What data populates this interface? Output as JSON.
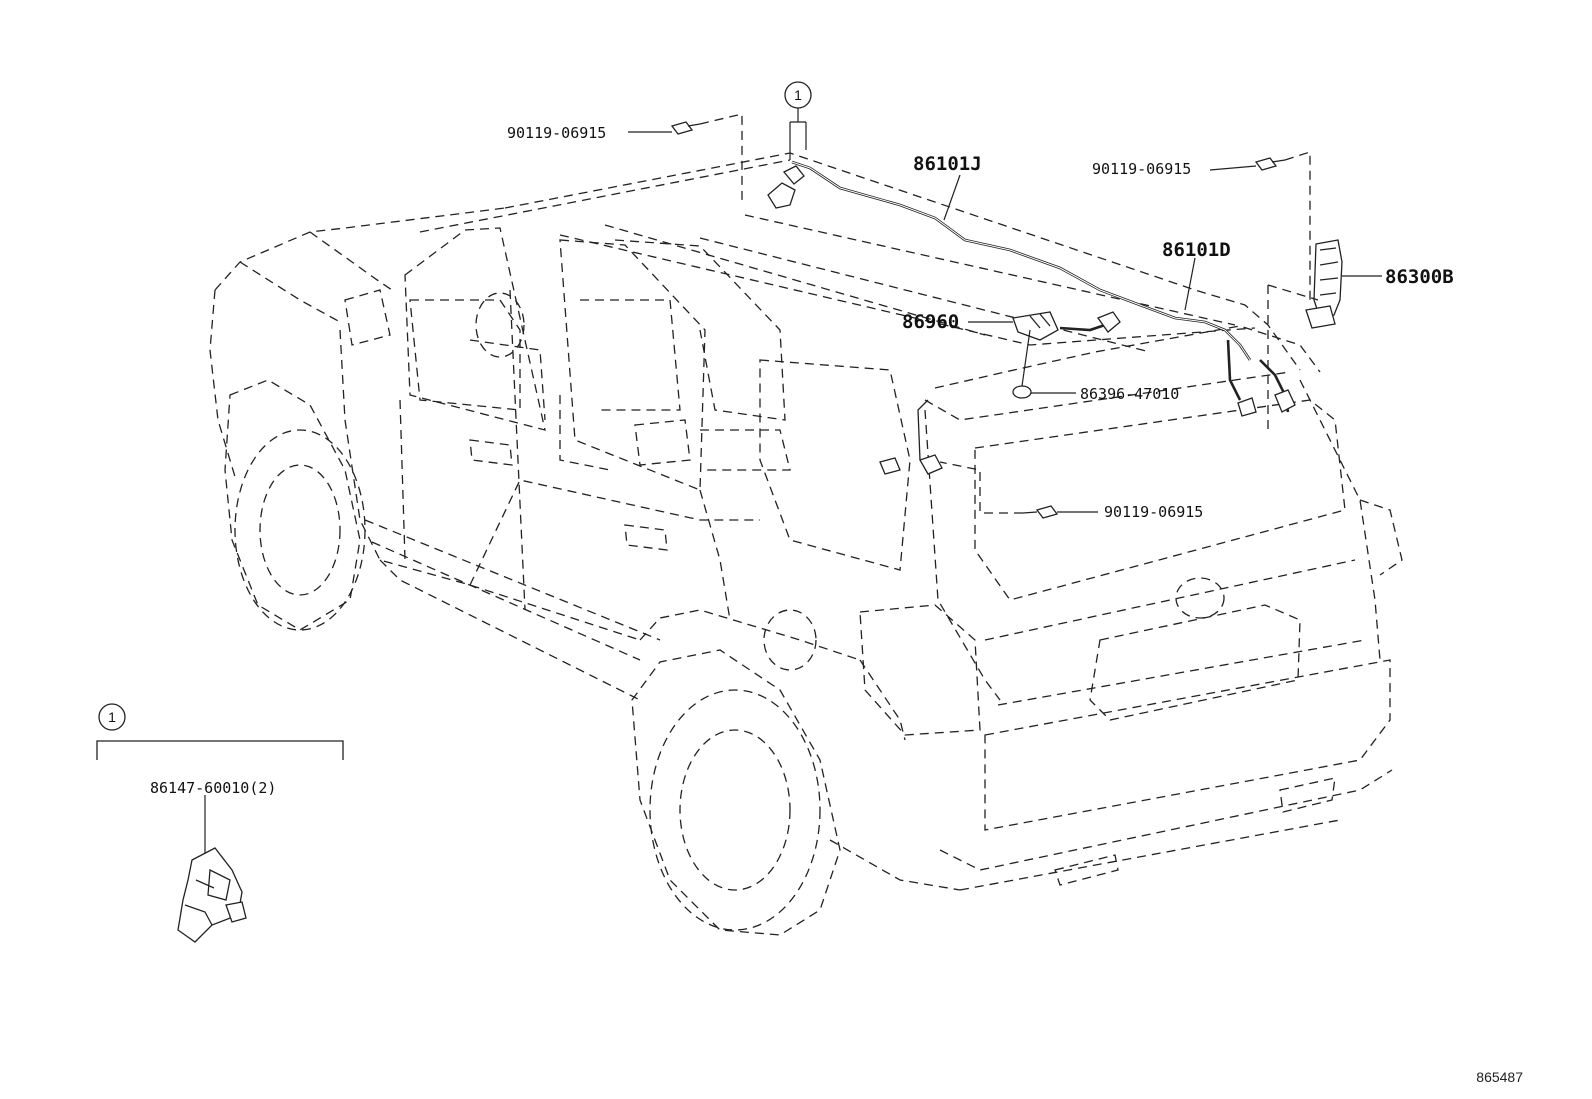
{
  "figure_id": "865487",
  "callout_symbol": "1",
  "labels": {
    "bolt_top_left": "90119-06915",
    "bolt_top_right": "90119-06915",
    "bolt_mid": "90119-06915",
    "harness_roof": "86101J",
    "harness_rear": "86101D",
    "antenna": "86960",
    "pad": "86396-47010",
    "camera": "86300B",
    "inset_part": "86147-60010(2)"
  }
}
